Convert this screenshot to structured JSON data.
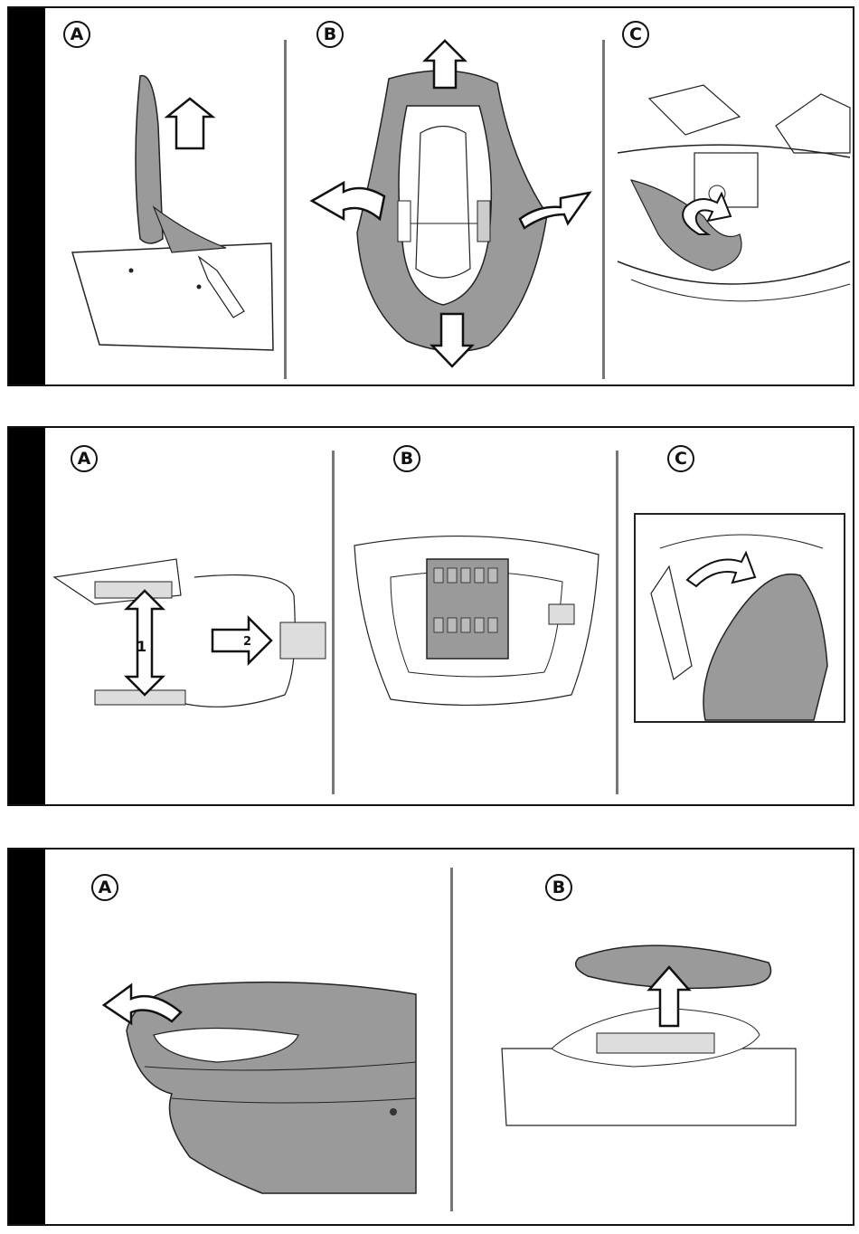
{
  "panels": [
    {
      "steps": [
        {
          "label": "A"
        },
        {
          "label": "B"
        },
        {
          "label": "C"
        }
      ]
    },
    {
      "steps": [
        {
          "label": "A",
          "arrow_1": "1",
          "arrow_2": "2"
        },
        {
          "label": "B"
        },
        {
          "label": "C"
        }
      ]
    },
    {
      "steps": [
        {
          "label": "A"
        },
        {
          "label": "B"
        }
      ]
    }
  ],
  "colors": {
    "fabric": "#9a9a9a",
    "line": "#222222",
    "tab": "#000000",
    "divider": "#777777"
  }
}
